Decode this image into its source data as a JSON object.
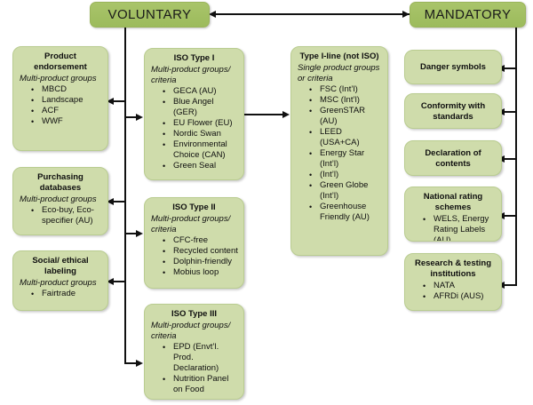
{
  "diagram": {
    "headers": {
      "voluntary": "VOLUNTARY",
      "mandatory": "MANDATORY"
    },
    "left_column": [
      {
        "key": "product-endorsement",
        "title": "Product endorsement",
        "subtitle": "Multi-product groups",
        "items": [
          "MBCD",
          "Landscape",
          "ACF",
          "WWF"
        ]
      },
      {
        "key": "purchasing-databases",
        "title": "Purchasing databases",
        "subtitle": "Multi-product groups",
        "items": [
          "Eco-buy, Eco-specifier (AU)"
        ]
      },
      {
        "key": "social-ethical-labeling",
        "title": "Social/ ethical labeling",
        "subtitle": "Multi-product groups",
        "items": [
          "Fairtrade"
        ]
      }
    ],
    "iso_column": [
      {
        "key": "iso-type-i",
        "title": "ISO Type I",
        "subtitle": "Multi-product groups/ criteria",
        "items": [
          "GECA (AU)",
          "Blue Angel (GER)",
          "EU Flower (EU)",
          "Nordic Swan",
          "Environmental Choice (CAN)",
          "Green Seal"
        ]
      },
      {
        "key": "iso-type-ii",
        "title": "ISO Type II",
        "subtitle": "Multi-product groups/ criteria",
        "items": [
          "CFC-free",
          "Recycled content",
          "Dolphin-friendly",
          "Mobius loop"
        ]
      },
      {
        "key": "iso-type-iii",
        "title": "ISO Type III",
        "subtitle": "Multi-product groups/ criteria",
        "items": [
          "EPD (Envt’l. Prod. Declaration)",
          "Nutrition Panel on Food"
        ]
      }
    ],
    "type_i_line": {
      "key": "type-i-line",
      "title": "Type I-line (not ISO)",
      "subtitle": "Single product groups or criteria",
      "items": [
        "FSC (Int’l)",
        "MSC (Int’l)",
        "GreenSTAR (AU)",
        "LEED (USA+CA)",
        "Energy Star (Int’l)",
        " (Int’l)",
        "Green Globe (Int’l)",
        "Greenhouse Friendly (AU)"
      ]
    },
    "right_column": [
      {
        "key": "danger-symbols",
        "title": "Danger symbols",
        "subtitle": "",
        "items": []
      },
      {
        "key": "conformity-with-standards",
        "title": "Conformity with standards",
        "subtitle": "",
        "items": []
      },
      {
        "key": "declaration-of-contents",
        "title": "Declaration of contents",
        "subtitle": "",
        "items": []
      },
      {
        "key": "national-rating-schemes",
        "title": "National rating schemes",
        "subtitle": "",
        "items": [
          "WELS, Energy Rating Labels (AU)"
        ]
      },
      {
        "key": "research-testing-institutions",
        "title": "Research & testing institutions",
        "subtitle": "",
        "items": [
          "NATA",
          "AFRDi (AUS)"
        ]
      }
    ],
    "colors": {
      "header_fill": "#a3be63",
      "box_fill": "#cfdcab",
      "box_border": "#b9cc90",
      "connector": "#111111",
      "background": "#ffffff"
    }
  }
}
